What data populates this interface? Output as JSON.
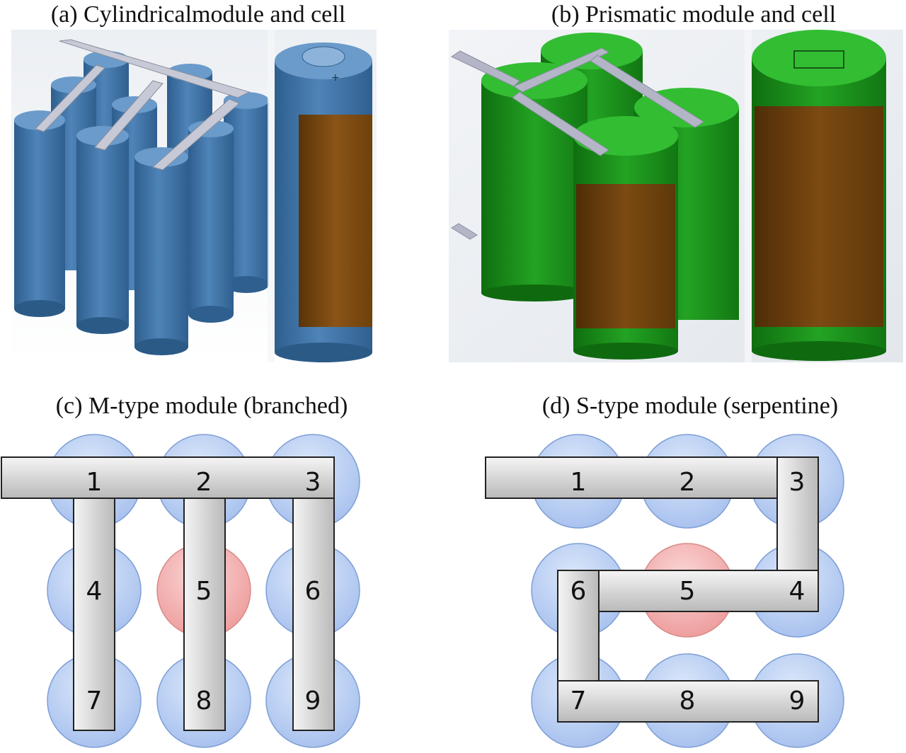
{
  "figure": {
    "captions": {
      "a": "(a) Cylindricalmodule and cell",
      "b": "(b) Prismatic module and cell",
      "c": "(c) M-type module (branched)",
      "d": "(d) S-type module (serpentine)"
    },
    "cell_labels": [
      "1",
      "2",
      "3",
      "4",
      "5",
      "6",
      "7",
      "8",
      "9"
    ],
    "colors": {
      "cylinder_blue": "#4a7db0",
      "prismatic_green": "#1e9a1e",
      "label_wrap_brown": "#7a4a12",
      "busbar_gray": "#c9ccd4",
      "cell_circle_blue": "#b9cff4",
      "center_cell_red": "#f2b3b3"
    }
  }
}
